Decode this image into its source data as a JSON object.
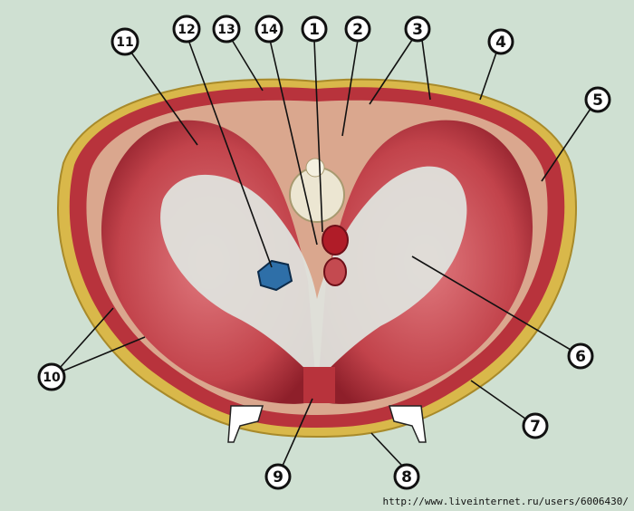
{
  "figure": {
    "labels": [
      "1",
      "2",
      "3",
      "4",
      "5",
      "6",
      "7",
      "8",
      "9",
      "10",
      "11",
      "12",
      "13",
      "14"
    ],
    "colors": {
      "background": "#cfe0d2",
      "skin": "#d9b84a",
      "muscle": "#b8333c",
      "tendon": "#dfe2dc"
    }
  },
  "watermark": "http://www.liveinternet.ru/users/6006430/"
}
